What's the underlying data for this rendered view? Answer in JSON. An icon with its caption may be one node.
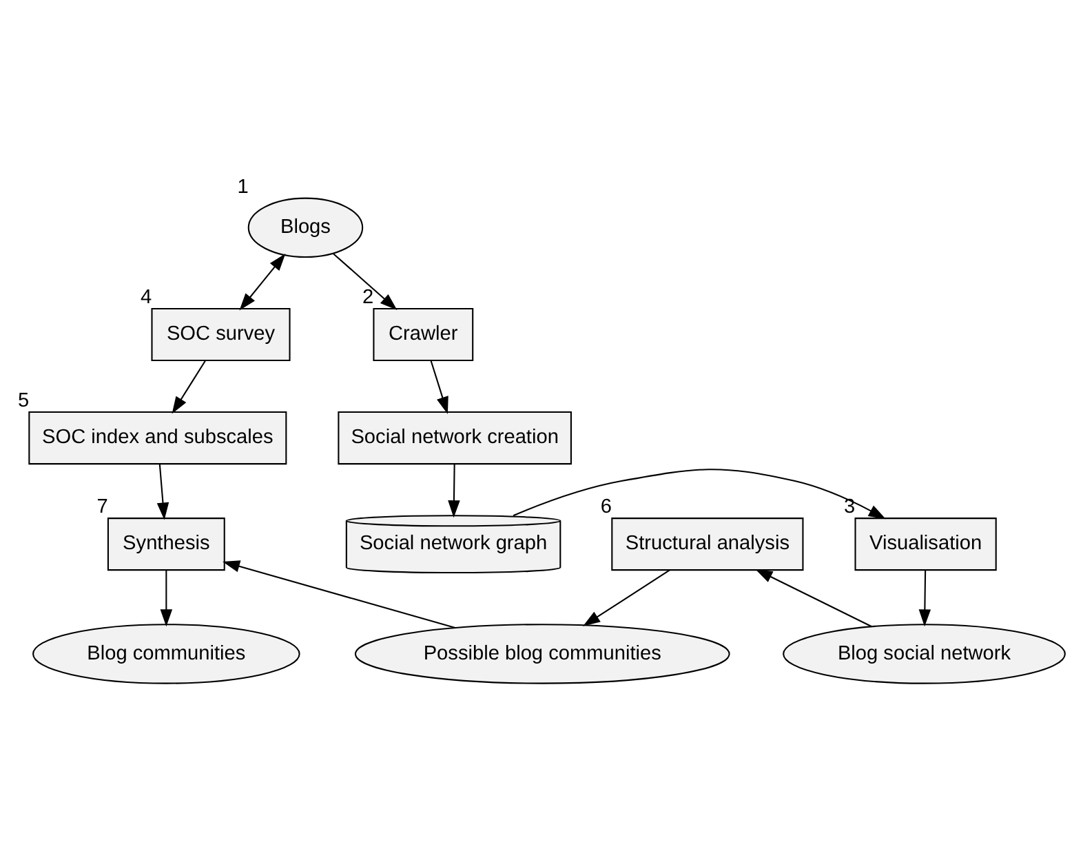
{
  "diagram": {
    "nodes": [
      {
        "text": [
          "Blogs"
        ],
        "beside": [
          "1"
        ]
      },
      {
        "text": [
          "SOC survey"
        ],
        "beside": [
          "4"
        ]
      },
      {
        "text": [
          "Crawler"
        ],
        "beside": [
          "2"
        ]
      },
      {
        "text": [
          "SOC index and subscales"
        ],
        "beside": [
          "5"
        ]
      },
      {
        "text": [
          "Social network creation"
        ]
      },
      {
        "text": [
          "Synthesis"
        ],
        "beside": [
          "7"
        ]
      },
      {
        "text": [
          "Structural analysis"
        ],
        "beside": [
          "6"
        ]
      },
      {
        "text": [
          "Visualisation"
        ],
        "beside": [
          "3"
        ]
      },
      {
        "text": [
          "Social network graph"
        ]
      },
      {
        "text": [
          "Blog communities"
        ]
      },
      {
        "text": [
          "Possible blog communities"
        ]
      },
      {
        "text": [
          "Blog social network"
        ]
      }
    ],
    "edges": [
      {
        "from": 0,
        "to": 1,
        "arrow": "both"
      },
      {
        "from": 0,
        "to": 2,
        "arrow": "to"
      },
      {
        "from": 1,
        "to": 3,
        "arrow": "to"
      },
      {
        "from": 2,
        "to": 4,
        "arrow": "to"
      },
      {
        "from": 4,
        "to": 8,
        "arrow": "to"
      },
      {
        "from": 3,
        "to": 5,
        "arrow": "to"
      },
      {
        "from": 8,
        "to": 7,
        "arrow": "to"
      },
      {
        "from": 7,
        "to": 11,
        "arrow": "to"
      },
      {
        "from": 11,
        "to": 6,
        "arrow": "to"
      },
      {
        "from": 6,
        "to": 10,
        "arrow": "to"
      },
      {
        "from": 10,
        "to": 5,
        "arrow": "to"
      },
      {
        "from": 5,
        "to": 9,
        "arrow": "to"
      }
    ]
  }
}
